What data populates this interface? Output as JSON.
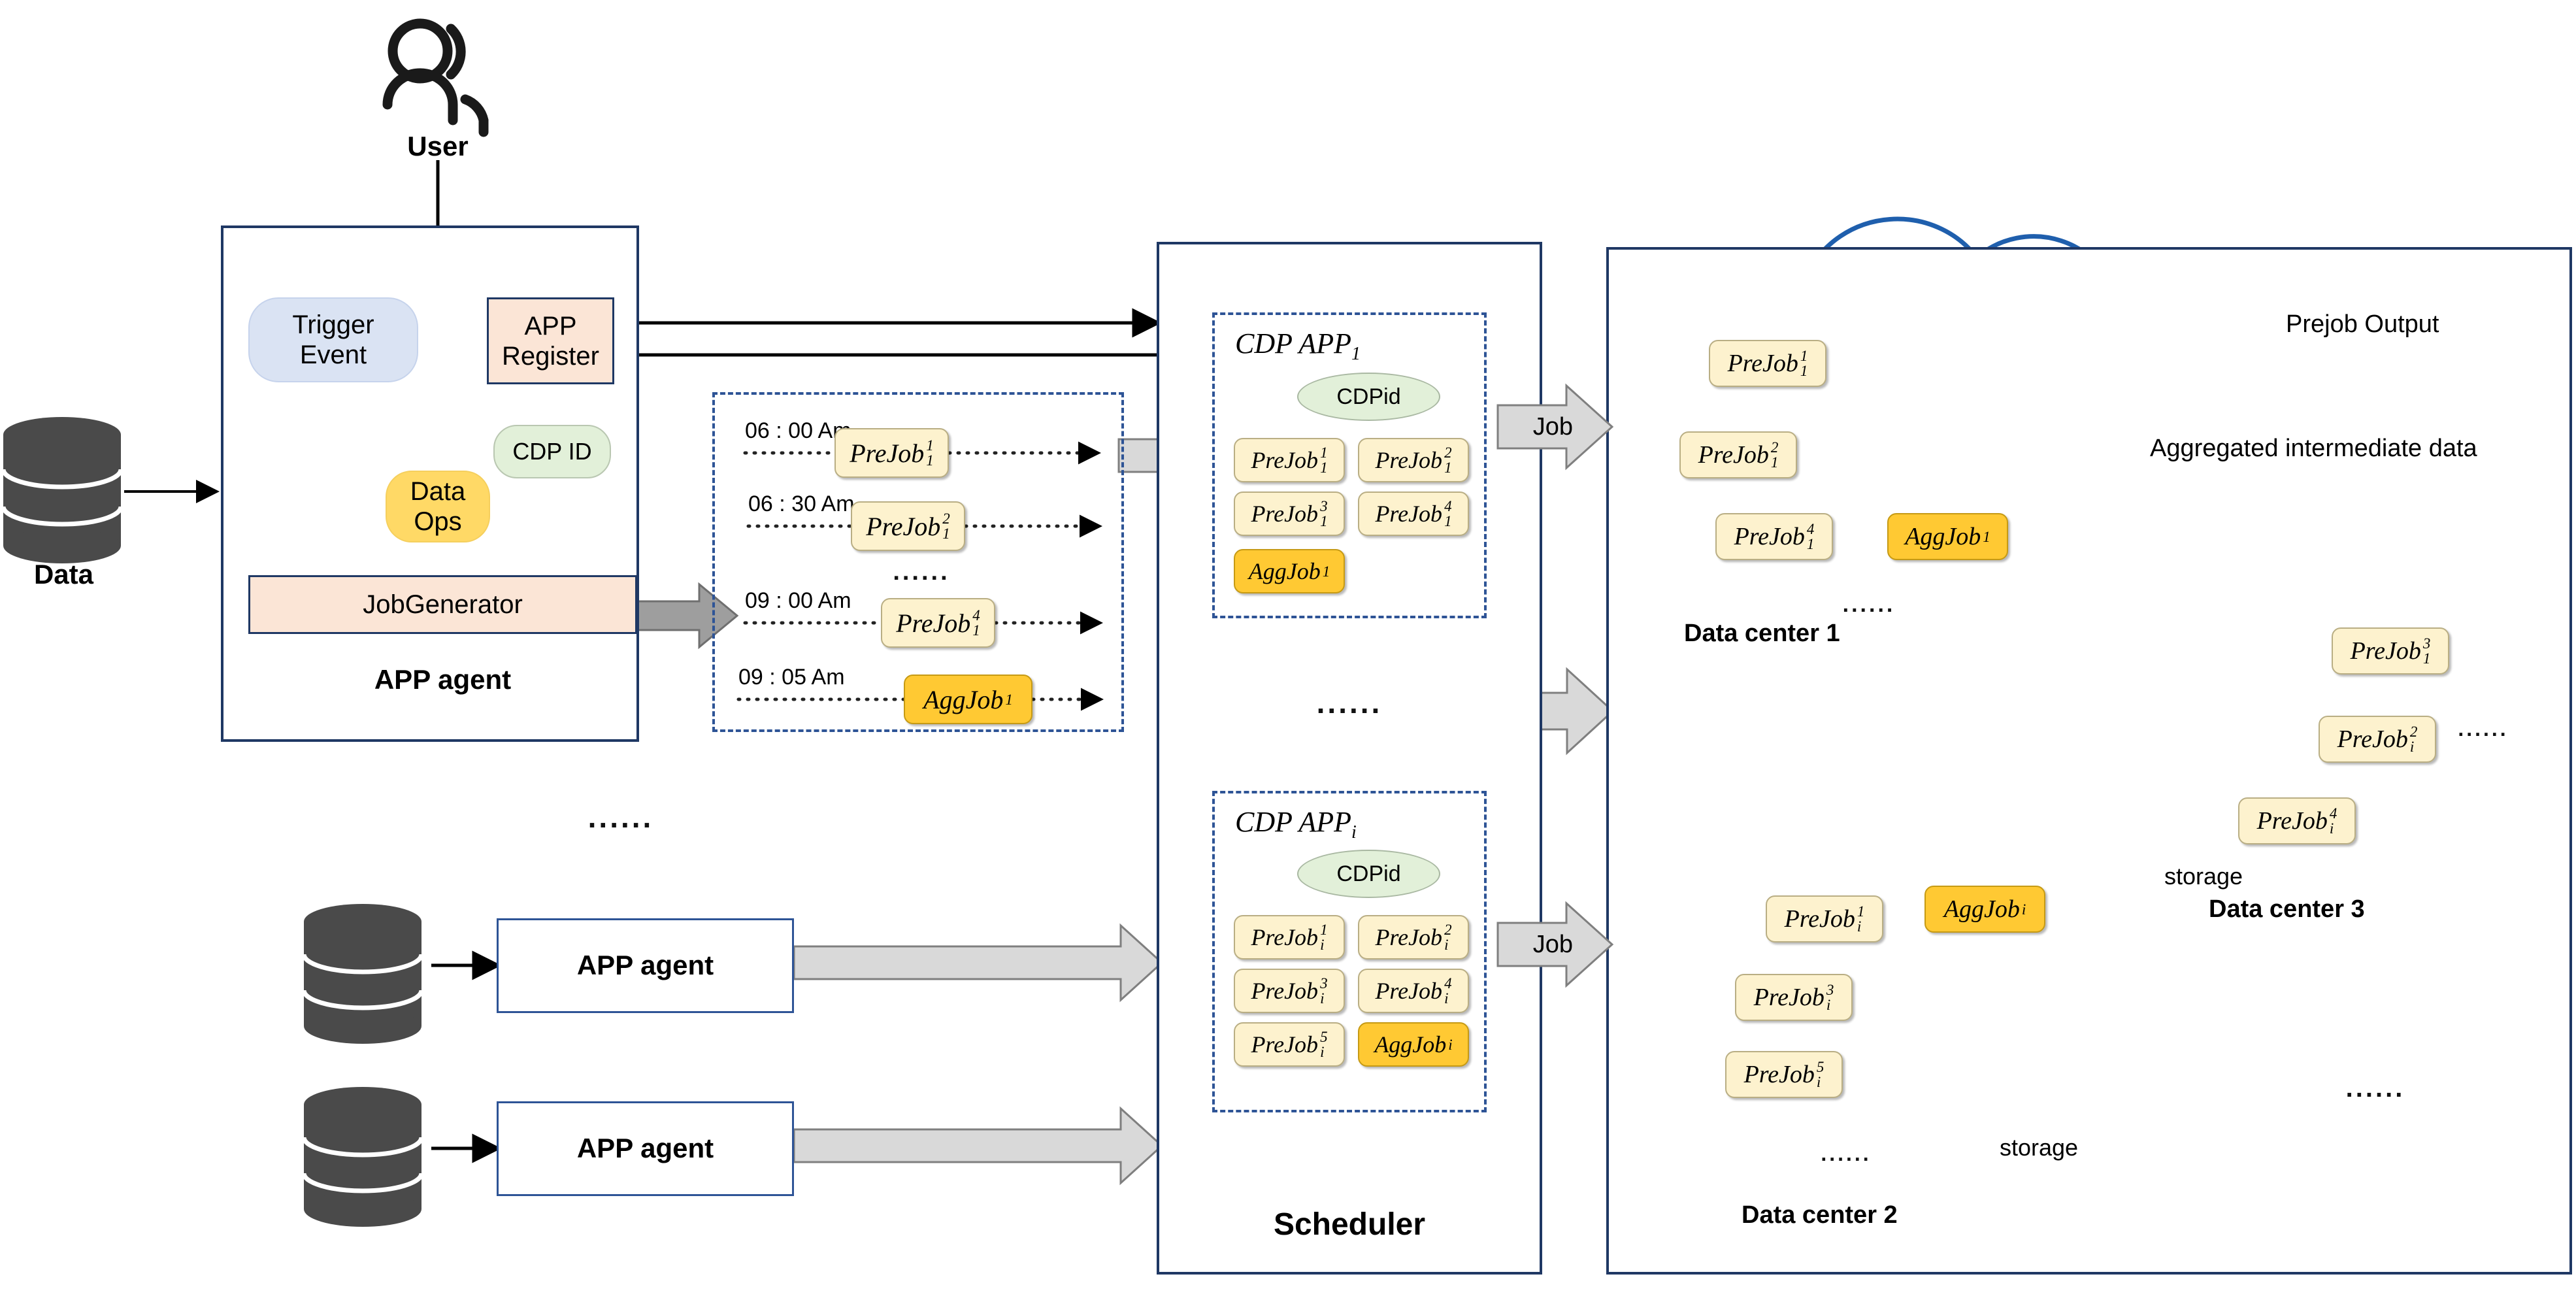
{
  "diagram": {
    "title": "CDP job scheduling architecture",
    "colors": {
      "panel_border": "#1F3864",
      "dashed_border": "#2E5496",
      "prejob_fill": "#FDF2CE",
      "aggjob_fill": "#FFC933",
      "trigger_fill": "#DAE3F3",
      "dataops_fill": "#FFD966",
      "cdpid_fill": "#E2F0D9",
      "register_fill": "#FBE5D6",
      "cloud_stroke": "#1F5FAD",
      "aggregated_arrow": "#FF0000",
      "prejob_arrow": "#000000",
      "gray_arrow": "#D9D9D9"
    }
  },
  "left": {
    "user_label": "User",
    "data_label": "Data",
    "app_agent": {
      "title": "APP agent",
      "trigger_event": "Trigger\nEvent",
      "trigger_event_line1": "Trigger",
      "trigger_event_line2": "Event",
      "app_register_line1": "APP",
      "app_register_line2": "Register",
      "cdp_id": "CDP ID",
      "data_ops_line1": "Data",
      "data_ops_line2": "Ops",
      "job_generator": "JobGenerator"
    },
    "ellipsis": "......",
    "other_agents": [
      {
        "label": "APP agent"
      },
      {
        "label": "APP agent"
      }
    ]
  },
  "timeline": {
    "rows": [
      {
        "time": "06 : 00 Am",
        "job": {
          "name": "PreJob",
          "sup": "1",
          "sub": "1",
          "kind": "prejob"
        }
      },
      {
        "time": "06 : 30 Am",
        "job": {
          "name": "PreJob",
          "sup": "2",
          "sub": "1",
          "kind": "prejob"
        }
      },
      {
        "time": "09 : 00 Am",
        "job": {
          "name": "PreJob",
          "sup": "4",
          "sub": "1",
          "kind": "prejob"
        }
      },
      {
        "time": "09 : 05 Am",
        "job": {
          "name": "AggJob",
          "sup": "",
          "sub": "1",
          "kind": "aggjob"
        }
      }
    ],
    "ellipsis": "......"
  },
  "scheduler": {
    "title": "Scheduler",
    "ellipsis": "......",
    "apps": [
      {
        "title_prefix": "CDP APP",
        "title_sub": "1",
        "cdpid": "CDPid",
        "jobs": [
          {
            "name": "PreJob",
            "sup": "1",
            "sub": "1",
            "kind": "prejob"
          },
          {
            "name": "PreJob",
            "sup": "2",
            "sub": "1",
            "kind": "prejob"
          },
          {
            "name": "PreJob",
            "sup": "3",
            "sub": "1",
            "kind": "prejob"
          },
          {
            "name": "PreJob",
            "sup": "4",
            "sub": "1",
            "kind": "prejob"
          },
          {
            "name": "AggJob",
            "sup": "",
            "sub": "1",
            "kind": "aggjob"
          }
        ]
      },
      {
        "title_prefix": "CDP APP",
        "title_sub": "i",
        "cdpid": "CDPid",
        "jobs": [
          {
            "name": "PreJob",
            "sup": "1",
            "sub": "i",
            "kind": "prejob"
          },
          {
            "name": "PreJob",
            "sup": "2",
            "sub": "i",
            "kind": "prejob"
          },
          {
            "name": "PreJob",
            "sup": "3",
            "sub": "i",
            "kind": "prejob"
          },
          {
            "name": "PreJob",
            "sup": "4",
            "sub": "i",
            "kind": "prejob"
          },
          {
            "name": "PreJob",
            "sup": "5",
            "sub": "i",
            "kind": "prejob"
          },
          {
            "name": "AggJob",
            "sup": "",
            "sub": "i",
            "kind": "aggjob"
          }
        ]
      }
    ],
    "job_arrow_label_1": "Job",
    "job_arrow_label_2": "Job"
  },
  "clusters": {
    "legend": {
      "prejob_output": "Prejob Output",
      "aggregated": "Aggregated  intermediate data"
    },
    "ellipsis_right": "......",
    "datacenters": [
      {
        "label": "Data center 1",
        "storage_label": "",
        "ellipsis": "......",
        "jobs": [
          {
            "name": "PreJob",
            "sup": "1",
            "sub": "1",
            "kind": "prejob"
          },
          {
            "name": "PreJob",
            "sup": "2",
            "sub": "1",
            "kind": "prejob"
          },
          {
            "name": "PreJob",
            "sup": "4",
            "sub": "1",
            "kind": "prejob"
          },
          {
            "name": "AggJob",
            "sup": "",
            "sub": "1",
            "kind": "aggjob"
          }
        ]
      },
      {
        "label": "Data center 2",
        "storage_label": "storage",
        "ellipsis": "......",
        "jobs": [
          {
            "name": "PreJob",
            "sup": "1",
            "sub": "i",
            "kind": "prejob"
          },
          {
            "name": "PreJob",
            "sup": "3",
            "sub": "i",
            "kind": "prejob"
          },
          {
            "name": "PreJob",
            "sup": "5",
            "sub": "i",
            "kind": "prejob"
          },
          {
            "name": "AggJob",
            "sup": "",
            "sub": "i",
            "kind": "aggjob"
          }
        ]
      },
      {
        "label": "Data center 3",
        "storage_label": "storage",
        "ellipsis": "......",
        "jobs": [
          {
            "name": "PreJob",
            "sup": "3",
            "sub": "1",
            "kind": "prejob"
          },
          {
            "name": "PreJob",
            "sup": "2",
            "sub": "i",
            "kind": "prejob"
          },
          {
            "name": "PreJob",
            "sup": "4",
            "sub": "i",
            "kind": "prejob"
          }
        ]
      }
    ]
  }
}
